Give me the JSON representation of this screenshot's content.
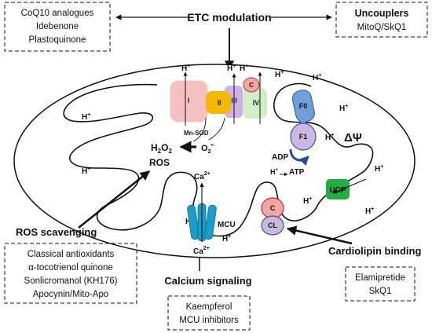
{
  "header": {
    "etc_modulation": "ETC modulation",
    "uncouplers_title": "Uncouplers",
    "uncouplers_drugs": "MitoQ/SkQ1"
  },
  "etc_box": {
    "lines": [
      "CoQ10 analogues",
      "Idebenone",
      "Plastoquinone"
    ]
  },
  "complexes": {
    "I": "I",
    "II": "II",
    "III": "III",
    "IV": "IV",
    "c": "C",
    "f0": "F0",
    "f1": "F1",
    "ucp": "UCP",
    "mcu": "MCU",
    "cytc": "C",
    "cl": "CL"
  },
  "labels": {
    "hplus_base": "H",
    "plus": "+",
    "mn_sod": "Mn-SOD",
    "o2_base": "O",
    "o2_sub": "2",
    "o2_sup": "•-",
    "h2o2_h": "H",
    "h2o2_2a": "2",
    "h2o2_o": "O",
    "h2o2_2b": "2",
    "ros": "ROS",
    "adp": "ADP",
    "atp": "ATP",
    "delta_psi": "ΔΨ",
    "ca_base": "Ca",
    "ca_sup": "2+"
  },
  "ros_scavenging": {
    "title": "ROS scavenging",
    "lines": [
      "Classical antioxidants",
      "α-tocotrienol quinone",
      "Sonlicromanol (KH176)",
      "Apocynin/Mito-Apo"
    ]
  },
  "calcium_signaling": {
    "title": "Calcium signaling",
    "lines": [
      "Kaempferol",
      "MCU inhibitors"
    ]
  },
  "cardiolipin_binding": {
    "title": "Cardiolipin binding",
    "lines": [
      "Elamipretide",
      "SkQ1"
    ]
  },
  "colors": {
    "complex_I": "#f4b6b8",
    "complex_II": "#f5b800",
    "complex_III": "#c9a6e8",
    "complex_IV": "#cfeec4",
    "cyt_c": "#f4a6a6",
    "atp_synthase": "#6f9fd8",
    "f1": "#c9b8e0",
    "ucp": "#1fae3f",
    "mcu": "#1b9dc9",
    "cardiolipin": "#c9b8e0",
    "arrow_blue": "#1f4e9c"
  }
}
